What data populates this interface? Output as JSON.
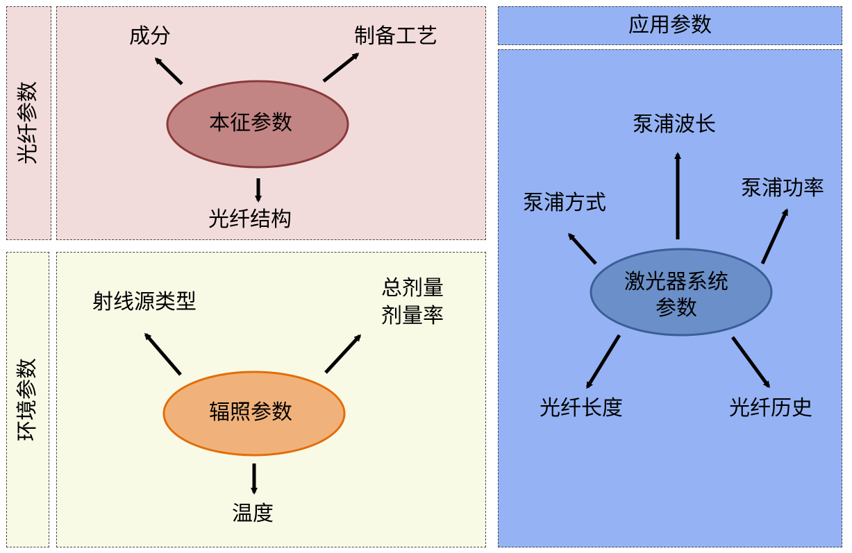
{
  "colors": {
    "pink_bg": "#f2dcdb",
    "yellow_bg": "#f8fae6",
    "blue_bg": "#95b3f4",
    "intrinsic_fill": "#c38484",
    "intrinsic_stroke": "#8b3a3a",
    "irradiation_fill": "#f0b27a",
    "irradiation_stroke": "#e46c0a",
    "laser_fill": "#6b8fc8",
    "laser_stroke": "#3a5f95"
  },
  "fiber_params": {
    "side_label": "光纤参数",
    "center": "本征参数",
    "composition": "成分",
    "process": "制备工艺",
    "structure": "光纤结构"
  },
  "env_params": {
    "side_label": "环境参数",
    "center": "辐照参数",
    "source_type": "射线源类型",
    "total_dose": "总剂量",
    "dose_rate": "剂量率",
    "temperature": "温度"
  },
  "app_params": {
    "header": "应用参数",
    "center_line1": "激光器系统",
    "center_line2": "参数",
    "pump_wavelength": "泵浦波长",
    "pump_mode": "泵浦方式",
    "pump_power": "泵浦功率",
    "fiber_length": "光纤长度",
    "fiber_history": "光纤历史"
  }
}
